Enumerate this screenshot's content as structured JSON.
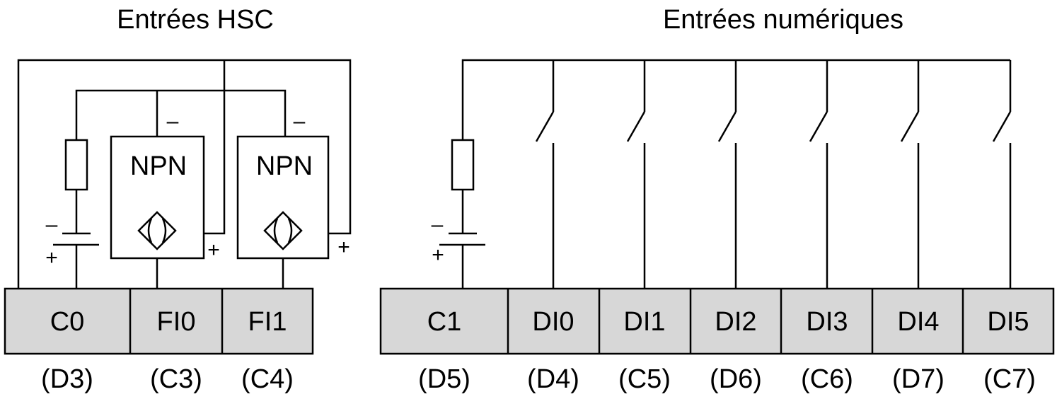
{
  "titles": {
    "hsc": "Entrées HSC",
    "digital": "Entrées numériques"
  },
  "sensors": {
    "npn1": "NPN",
    "npn2": "NPN",
    "minus": "–",
    "plus": "+"
  },
  "battery": {
    "minus": "–",
    "plus": "+"
  },
  "hsc_terminals": [
    {
      "name": "C0",
      "pin": "(D3)"
    },
    {
      "name": "FI0",
      "pin": "(C3)"
    },
    {
      "name": "FI1",
      "pin": "(C4)"
    }
  ],
  "digital_terminals": [
    {
      "name": "C1",
      "pin": "(D5)"
    },
    {
      "name": "DI0",
      "pin": "(D4)"
    },
    {
      "name": "DI1",
      "pin": "(C5)"
    },
    {
      "name": "DI2",
      "pin": "(D6)"
    },
    {
      "name": "DI3",
      "pin": "(C6)"
    },
    {
      "name": "DI4",
      "pin": "(D7)"
    },
    {
      "name": "DI5",
      "pin": "(C7)"
    }
  ],
  "colors": {
    "terminal_fill": "#d7d7d7",
    "line": "#000000"
  }
}
